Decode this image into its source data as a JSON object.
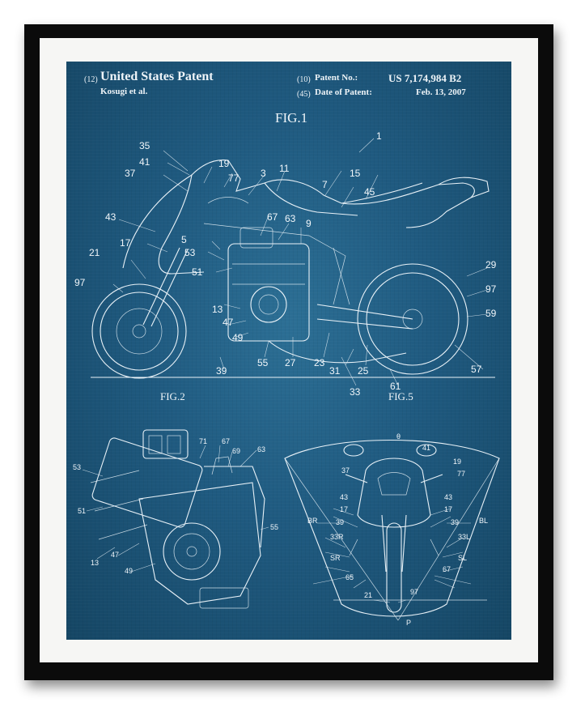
{
  "header": {
    "left_code": "(12)",
    "title": "United States Patent",
    "inventor": "Kosugi et al.",
    "patent_no_code": "(10)",
    "patent_no_label": "Patent No.:",
    "patent_no_value": "US 7,174,984 B2",
    "date_code": "(45)",
    "date_label": "Date of Patent:",
    "date_value": "Feb. 13, 2007"
  },
  "figures": {
    "fig1": "FIG.1",
    "fig2": "FIG.2",
    "fig5": "FIG.5"
  },
  "fig1_labels": [
    "1",
    "35",
    "41",
    "19",
    "77",
    "3",
    "11",
    "15",
    "37",
    "7",
    "45",
    "43",
    "67",
    "63",
    "9",
    "5",
    "17",
    "53",
    "21",
    "51",
    "29",
    "97",
    "97",
    "13",
    "47",
    "59",
    "49",
    "55",
    "27",
    "23",
    "31",
    "25",
    "57",
    "39",
    "33",
    "61"
  ],
  "fig2_labels": [
    "71",
    "67",
    "69",
    "63",
    "53",
    "51",
    "55",
    "13",
    "47",
    "49"
  ],
  "fig5_labels": [
    "θ",
    "41",
    "37",
    "19",
    "77",
    "43",
    "43",
    "17",
    "17",
    "BR",
    "39",
    "39",
    "BL",
    "33R",
    "33L",
    "SR",
    "SL",
    "65",
    "67",
    "21",
    "97",
    "P"
  ],
  "colors": {
    "frame": "#0b0b0b",
    "mat": "#f6f6f4",
    "blueprint": "#1f5a80",
    "line": "#e8f1f7"
  }
}
